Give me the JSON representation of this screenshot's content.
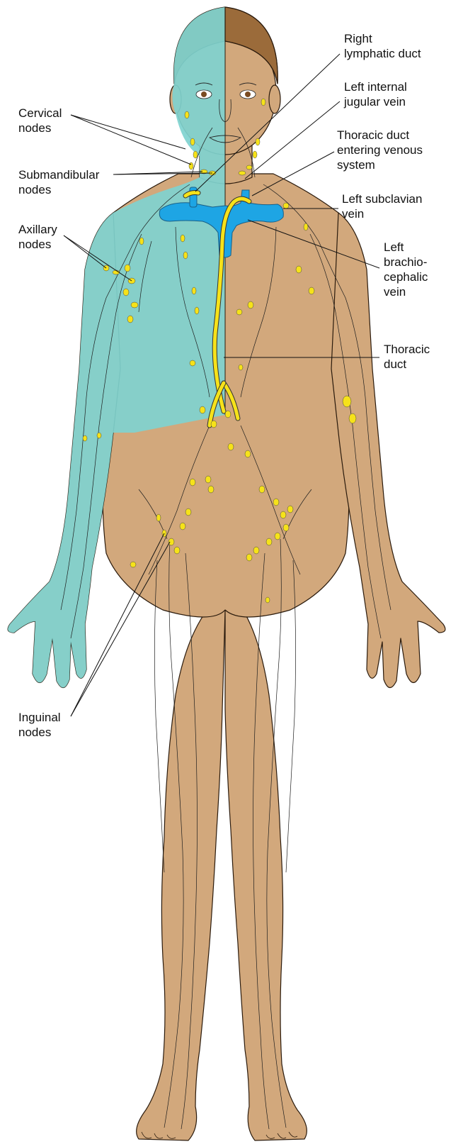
{
  "colors": {
    "skin": "#d2a87c",
    "right_side_tint": "#7fd3cf",
    "hair": "#9b6b3a",
    "vein": "#1ea5e4",
    "lymph": "#f6e21a",
    "outline": "#2a1a0c"
  },
  "labels": {
    "cervical": "Cervical\nnodes",
    "submandibular": "Submandibular\nnodes",
    "axillary": "Axillary\nnodes",
    "inguinal": "Inguinal\nnodes",
    "right_lymphatic": "Right\nlymphatic duct",
    "left_internal_jugular": "Left internal\njugular vein",
    "thoracic_entering": "Thoracic duct\nentering venous\nsystem",
    "left_subclavian": "Left subclavian\nvein",
    "left_brachiocephalic": "Left\nbrachio-\ncephalic\nvein",
    "thoracic_duct": "Thoracic\nduct"
  }
}
